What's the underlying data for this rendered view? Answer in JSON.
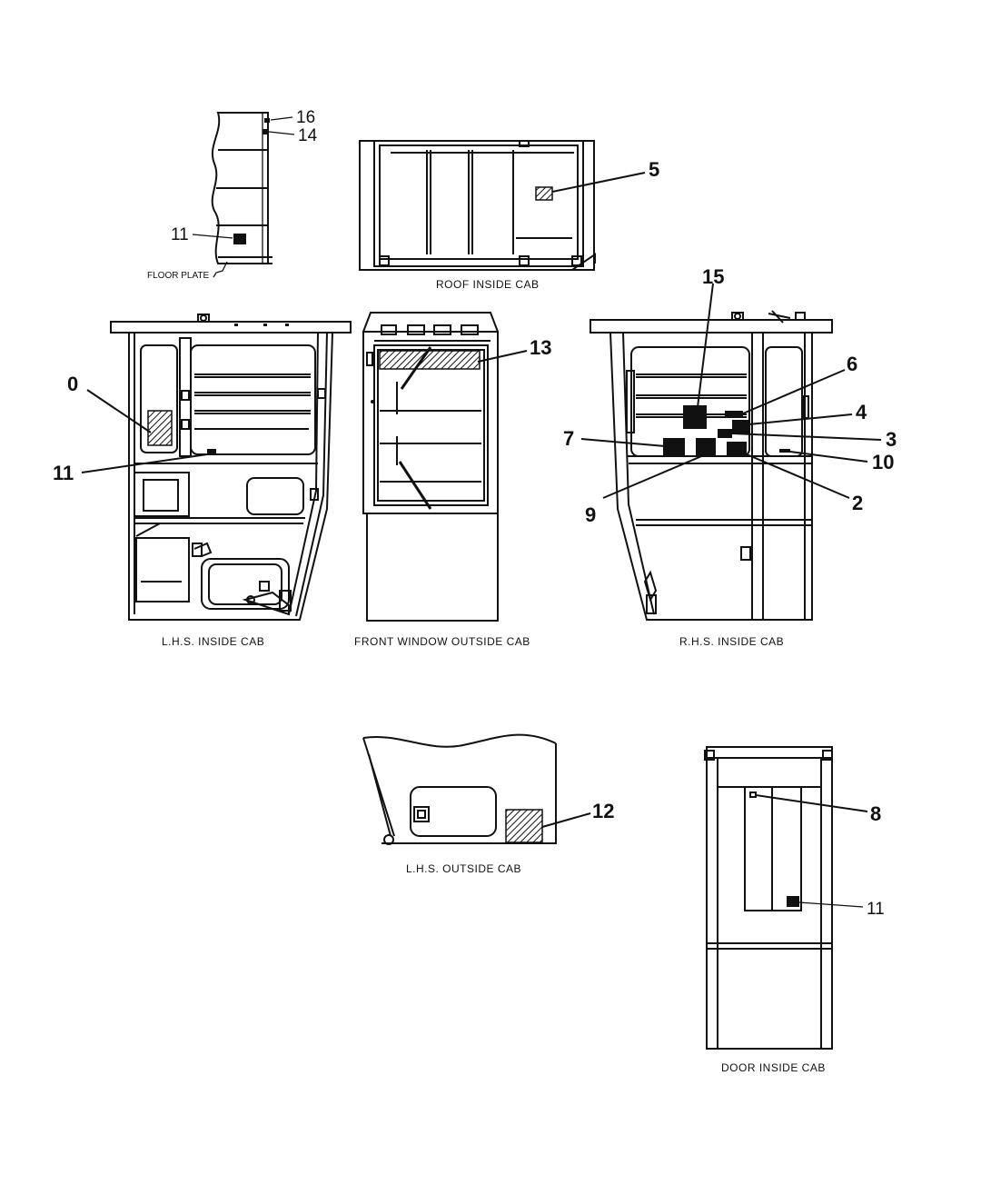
{
  "captions": {
    "roof": "ROOF INSIDE CAB",
    "lhs_inside": "L.H.S. INSIDE CAB",
    "front_window": "FRONT WINDOW OUTSIDE CAB",
    "rhs_inside": "R.H.S. INSIDE CAB",
    "lhs_outside": "L.H.S. OUTSIDE CAB",
    "door_inside": "DOOR INSIDE CAB",
    "floor_plate": "FLOOR PLATE"
  },
  "callouts": {
    "c16": "16",
    "c14": "14",
    "c11_floor": "11",
    "c5": "5",
    "c15": "15",
    "c0": "0",
    "c13": "13",
    "c6": "6",
    "c4": "4",
    "c11_lhs": "11",
    "c7": "7",
    "c3": "3",
    "c10": "10",
    "c9": "9",
    "c2": "2",
    "c12": "12",
    "c8": "8",
    "c11_door": "11"
  }
}
